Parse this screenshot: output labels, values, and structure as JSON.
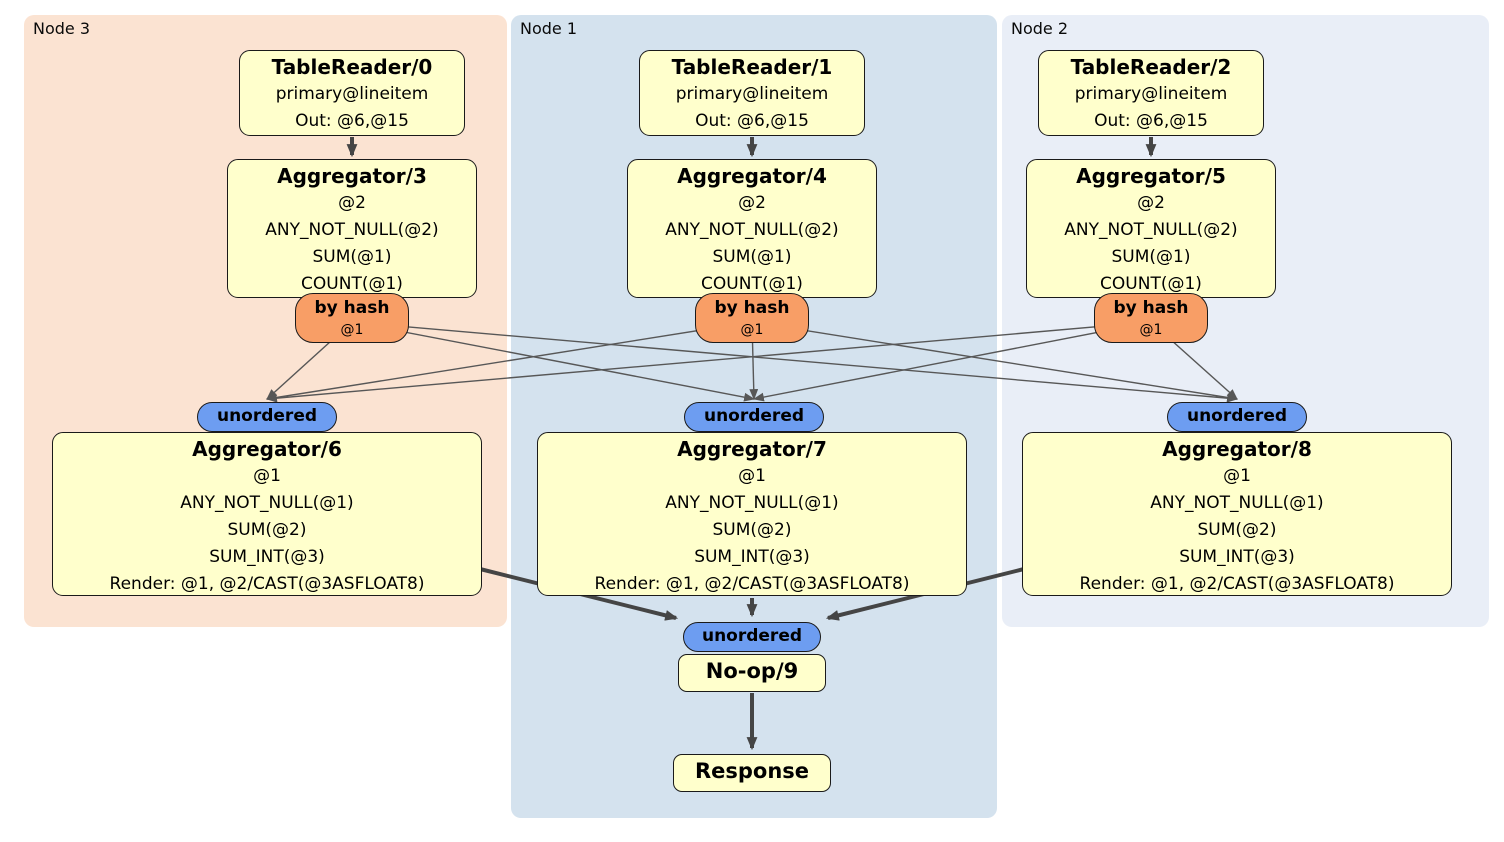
{
  "diagram": {
    "regions": [
      {
        "label": "Node 3"
      },
      {
        "label": "Node 1"
      },
      {
        "label": "Node 2"
      }
    ],
    "table_readers": [
      {
        "title": "TableReader/0",
        "index": "primary@lineitem",
        "out": "Out: @6,@15"
      },
      {
        "title": "TableReader/1",
        "index": "primary@lineitem",
        "out": "Out: @6,@15"
      },
      {
        "title": "TableReader/2",
        "index": "primary@lineitem",
        "out": "Out: @6,@15"
      }
    ],
    "hash_aggregators": [
      {
        "title": "Aggregator/3",
        "rows": [
          "@2",
          "ANY_NOT_NULL(@2)",
          "SUM(@1)",
          "COUNT(@1)"
        ]
      },
      {
        "title": "Aggregator/4",
        "rows": [
          "@2",
          "ANY_NOT_NULL(@2)",
          "SUM(@1)",
          "COUNT(@1)"
        ]
      },
      {
        "title": "Aggregator/5",
        "rows": [
          "@2",
          "ANY_NOT_NULL(@2)",
          "SUM(@1)",
          "COUNT(@1)"
        ]
      }
    ],
    "routers": [
      {
        "label": "by hash",
        "key": "@1"
      },
      {
        "label": "by hash",
        "key": "@1"
      },
      {
        "label": "by hash",
        "key": "@1"
      }
    ],
    "stream_label": "unordered",
    "final_aggregators": [
      {
        "title": "Aggregator/6",
        "rows": [
          "@1",
          "ANY_NOT_NULL(@1)",
          "SUM(@2)",
          "SUM_INT(@3)",
          "Render: @1, @2/CAST(@3ASFLOAT8)"
        ]
      },
      {
        "title": "Aggregator/7",
        "rows": [
          "@1",
          "ANY_NOT_NULL(@1)",
          "SUM(@2)",
          "SUM_INT(@3)",
          "Render: @1, @2/CAST(@3ASFLOAT8)"
        ]
      },
      {
        "title": "Aggregator/8",
        "rows": [
          "@1",
          "ANY_NOT_NULL(@1)",
          "SUM(@2)",
          "SUM_INT(@3)",
          "Render: @1, @2/CAST(@3ASFLOAT8)"
        ]
      }
    ],
    "noop_title": "No-op/9",
    "response_title": "Response"
  },
  "colors": {
    "region-node3": "#fbe3d2",
    "region-node1": "#d4e2ee",
    "region-node2": "#e9eef7",
    "box-fill": "#ffffcc",
    "box-border": "#1a1a1a",
    "router-fill": "#f89e66",
    "stream-fill": "#6d9df1",
    "edge-thick": "#454545",
    "edge-thin": "#575757"
  }
}
